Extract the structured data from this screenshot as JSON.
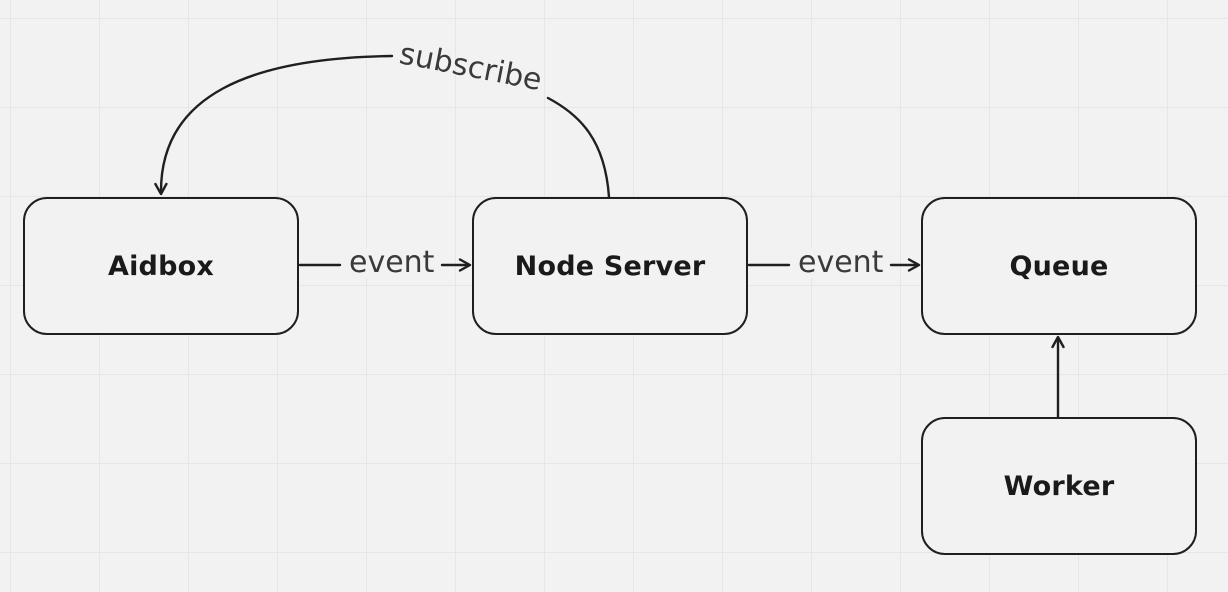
{
  "nodes": {
    "aidbox": "Aidbox",
    "node_server": "Node Server",
    "queue": "Queue",
    "worker": "Worker"
  },
  "edges": {
    "aidbox_to_node_server": "event",
    "node_server_to_queue": "event",
    "node_server_to_aidbox": "subscribe"
  },
  "colors": {
    "background": "#f2f2f2",
    "grid": "#e6e6e6",
    "stroke": "#1f1f1f",
    "text": "#1a1a1a",
    "edge_text": "#3a3a3a"
  }
}
